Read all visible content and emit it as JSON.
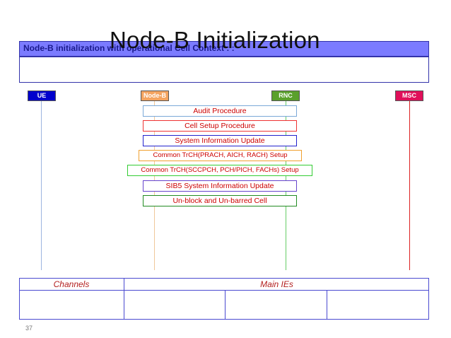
{
  "slide": {
    "title": "Node-B Initialization",
    "header_text": "Node-B initialization with operational Cell Context : :",
    "page_number": "37"
  },
  "entities": [
    {
      "id": "ue",
      "label": "UE",
      "bg": "#0000cc",
      "text_color": "#ffffff",
      "line_color": "#9db4e0"
    },
    {
      "id": "nodeb",
      "label": "Node-B",
      "bg": "#f4a460",
      "text_color": "#ffffff",
      "line_color": "#f0c89a"
    },
    {
      "id": "rnc",
      "label": "RNC",
      "bg": "#5aa02c",
      "text_color": "#ffffff",
      "line_color": "#66cc66"
    },
    {
      "id": "msc",
      "label": "MSC",
      "bg": "#e0105a",
      "text_color": "#ffffff",
      "line_color": "#dd2222"
    }
  ],
  "messages": [
    {
      "label": "Audit Procedure",
      "text_color": "#cc0000",
      "border": "#7aa8d8"
    },
    {
      "label": "Cell Setup Procedure",
      "text_color": "#cc0000",
      "border": "#ee3333"
    },
    {
      "label": "System Information Update",
      "text_color": "#cc0000",
      "border": "#2222cc"
    },
    {
      "label": "Common TrCH(PRACH, AICH, RACH) Setup",
      "text_color": "#cc0000",
      "border": "#f0a030"
    },
    {
      "label": "Common TrCH(SCCPCH, PCH/PICH, FACHs) Setup",
      "text_color": "#cc0000",
      "border": "#33cc33"
    },
    {
      "label": "SIB5 System Information Update",
      "text_color": "#cc0000",
      "border": "#6644cc"
    },
    {
      "label": "Un-block and Un-barred Cell",
      "text_color": "#cc0000",
      "border": "#228b22"
    }
  ],
  "footer_table": {
    "channels_header": "Channels",
    "main_ies_header": "Main IEs"
  }
}
